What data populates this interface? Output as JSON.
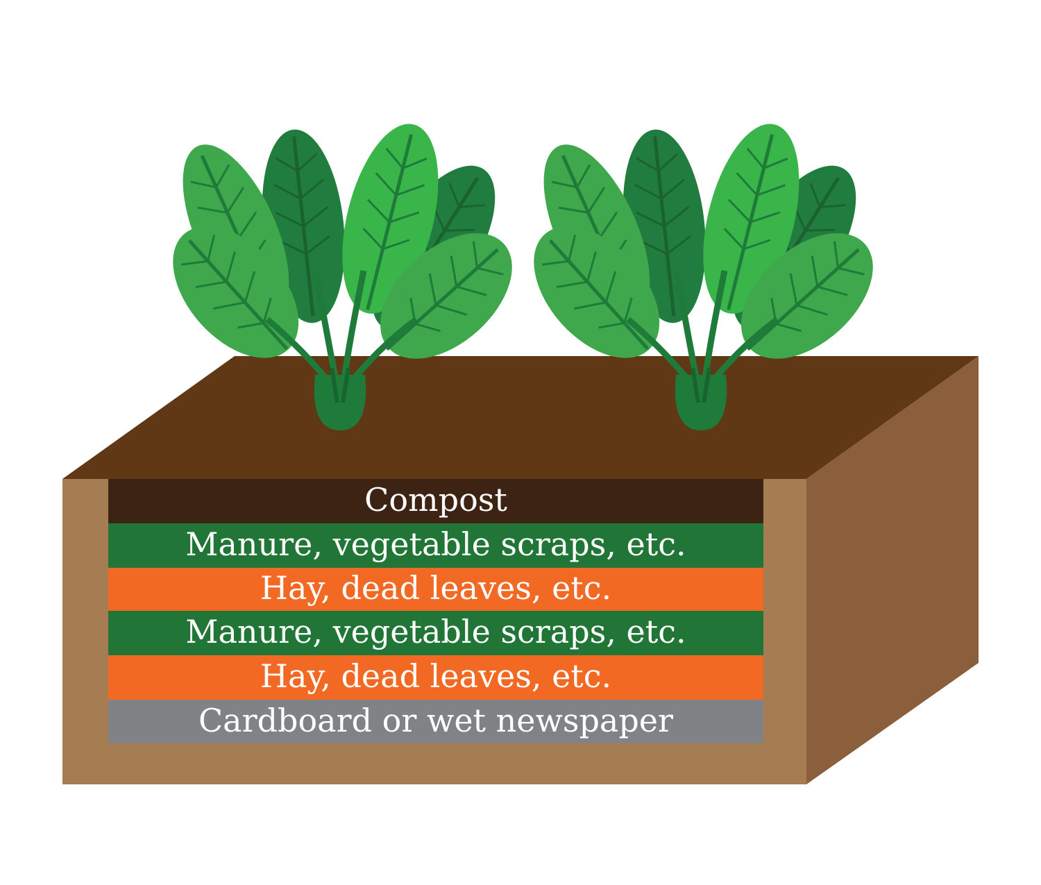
{
  "colors": {
    "soil_top": "#603816",
    "box_front": "#a67c52",
    "box_side": "#8b5e3c",
    "leaf_dark": "#217d3f",
    "leaf_mid": "#3fa84c",
    "leaf_light": "#39b54a",
    "stem": "#1e7b3a"
  },
  "layers": [
    {
      "label": "Compost",
      "color": "#3d2314"
    },
    {
      "label": "Manure, vegetable scraps, etc.",
      "color": "#217536"
    },
    {
      "label": "Hay, dead leaves, etc.",
      "color": "#f26924"
    },
    {
      "label": "Manure, vegetable scraps, etc.",
      "color": "#217536"
    },
    {
      "label": "Hay, dead leaves, etc.",
      "color": "#f26924"
    },
    {
      "label": "Cardboard or wet newspaper",
      "color": "#808285"
    }
  ],
  "plants": [
    {
      "name": "spinach-plant-left"
    },
    {
      "name": "spinach-plant-right"
    }
  ]
}
